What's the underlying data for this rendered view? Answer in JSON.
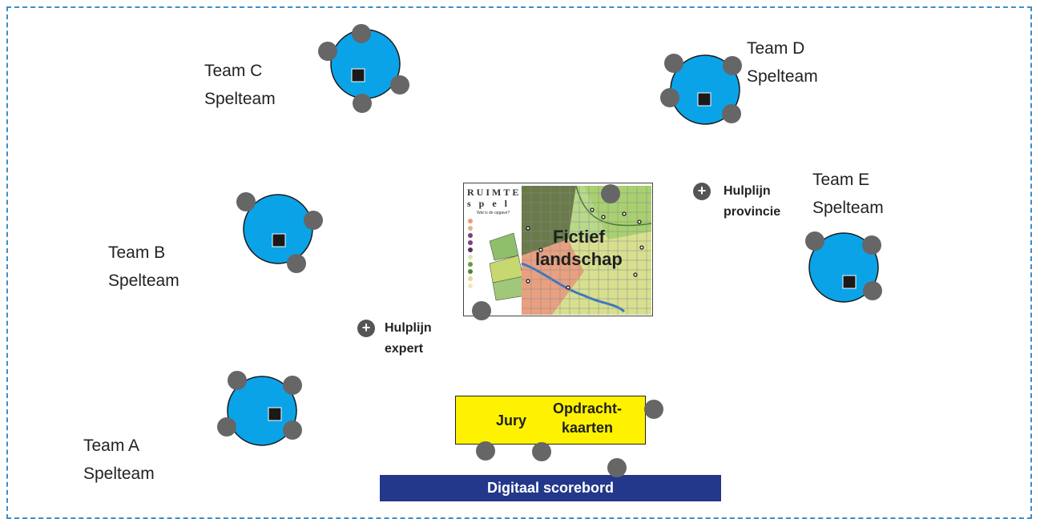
{
  "teams": [
    {
      "name": "Team A",
      "role": "Spelteam"
    },
    {
      "name": "Team B",
      "role": "Spelteam"
    },
    {
      "name": "Team C",
      "role": "Spelteam"
    },
    {
      "name": "Team D",
      "role": "Spelteam"
    },
    {
      "name": "Team E",
      "role": "Spelteam"
    }
  ],
  "map": {
    "title_line1": "RUIMTE",
    "title_line2": "spel",
    "subtitle": "Wat is de opgave?",
    "label_line1": "Fictief",
    "label_line2": "landschap"
  },
  "helplines": {
    "expert": {
      "line1": "Hulplijn",
      "line2": "expert"
    },
    "province": {
      "line1": "Hulplijn",
      "line2": "provincie"
    },
    "plus_symbol": "+"
  },
  "jury": {
    "label": "Jury",
    "cards_line1": "Opdracht-",
    "cards_line2": "kaarten"
  },
  "scoreboard": {
    "label": "Digitaal scorebord"
  },
  "colors": {
    "table": "#0aa3e8",
    "person": "#666666",
    "jury_box": "#fff200",
    "scoreboard": "#23388a",
    "frame": "#3a8fc7"
  }
}
